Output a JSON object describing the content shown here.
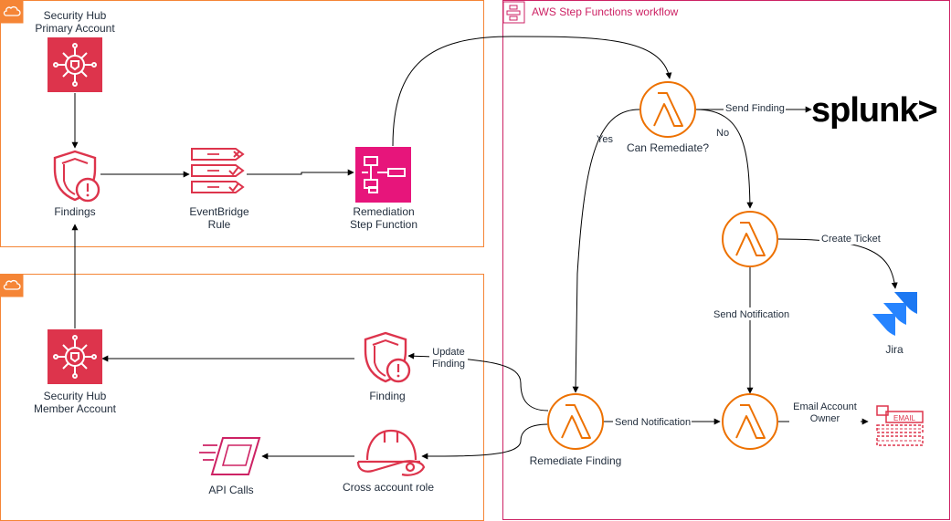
{
  "groups": {
    "primary_account": "",
    "member_account": "",
    "workflow": "AWS Step Functions workflow"
  },
  "nodes": {
    "security_hub_primary": [
      "Security Hub",
      "Primary Account"
    ],
    "findings": [
      "Findings"
    ],
    "eventbridge_rule": [
      "EventBridge",
      "Rule"
    ],
    "remediation_step_function": [
      "Remediation",
      "Step Function"
    ],
    "security_hub_member": [
      "Security Hub",
      "Member Account"
    ],
    "finding": [
      "Finding"
    ],
    "api_calls": [
      "API Calls"
    ],
    "cross_account_role": [
      "Cross account role"
    ],
    "can_remediate": [
      "Can Remediate?"
    ],
    "remediate_finding": [
      "Remediate Finding"
    ],
    "jira": [
      "Jira"
    ],
    "splunk_logo": "splunk>",
    "email_icon_text": "EMAIL"
  },
  "edges": {
    "yes": "Yes",
    "no": "No",
    "send_finding": "Send Finding",
    "create_ticket": "Create Ticket",
    "send_notification_1": "Send Notification",
    "send_notification_2": "Send Notification",
    "email_owner": [
      "Email Account",
      "Owner"
    ],
    "update_finding": [
      "Update",
      "Finding"
    ]
  },
  "colors": {
    "account_border": "#F58536",
    "workflow_border": "#CD2264",
    "security_red": "#DD344C",
    "integration_pink": "#E7157B",
    "lambda_orange": "#ED7100",
    "jira_blue": "#2684FF",
    "dark_text": "#232F3E"
  }
}
